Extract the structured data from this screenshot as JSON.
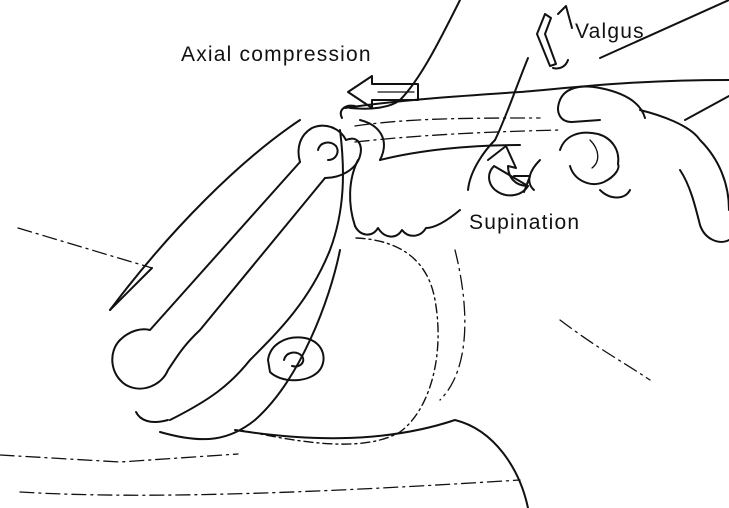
{
  "labels": {
    "axial_compression": "Axial compression",
    "valgus": "Valgus",
    "supination": "Supination"
  },
  "colors": {
    "ink": "#111111",
    "background": "#ffffff"
  },
  "icons": {
    "axial_arrow": "left-arrow-icon",
    "valgus_arrow": "right-angle-arrow-icon",
    "supination_arrow": "curved-rotation-arrow-icon"
  }
}
